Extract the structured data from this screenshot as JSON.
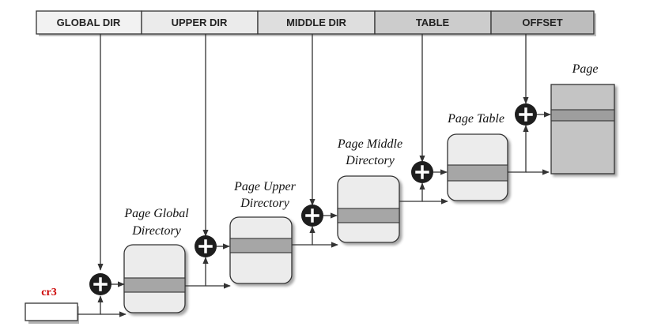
{
  "address_fields": [
    {
      "label": "GLOBAL DIR",
      "fill": "#f2f2f2"
    },
    {
      "label": "UPPER DIR",
      "fill": "#ebebeb"
    },
    {
      "label": "MIDDLE DIR",
      "fill": "#dedede"
    },
    {
      "label": "TABLE",
      "fill": "#cccccc"
    },
    {
      "label": "OFFSET",
      "fill": "#bdbdbd"
    }
  ],
  "tables": [
    {
      "line1": "Page Global",
      "line2": "Directory"
    },
    {
      "line1": "Page Upper",
      "line2": "Directory"
    },
    {
      "line1": "Page Middle",
      "line2": "Directory"
    },
    {
      "line1": "Page Table",
      "line2": ""
    }
  ],
  "page": {
    "label": "Page"
  },
  "register": {
    "label": "cr3"
  },
  "colors": {
    "table_fill": "#ececec",
    "entry_fill": "#a6a6a6",
    "page_fill": "#c4c4c4",
    "page_entry_fill": "#9e9e9e",
    "register_label": "#cc0000"
  }
}
